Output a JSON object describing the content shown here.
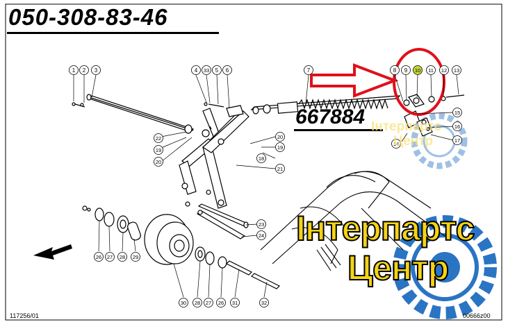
{
  "header": {
    "phone": "050-308-83-46"
  },
  "highlight": {
    "part_number": "667884",
    "color": "#e0101a",
    "bubble_fill": "#c8d63a"
  },
  "diagram": {
    "codes": {
      "bottom_left": "117256/01",
      "bottom_right": "00666z00"
    },
    "callouts": [
      "1",
      "2",
      "3",
      "4",
      "33",
      "5",
      "6",
      "7",
      "8",
      "9",
      "10",
      "11",
      "12",
      "13",
      "15",
      "16",
      "14",
      "17",
      "22",
      "19",
      "20",
      "20",
      "19",
      "18",
      "21",
      "23",
      "24",
      "26",
      "27",
      "28",
      "29",
      "30",
      "28",
      "27",
      "26",
      "31",
      "32"
    ]
  },
  "watermark": {
    "brand_line1": "Інтерпартс",
    "brand_line2": "Центр",
    "small_line1": "Інтерпартс",
    "small_line2": "Центр",
    "brand_color": "#f5d316",
    "gear_color": "#2a74c4"
  }
}
